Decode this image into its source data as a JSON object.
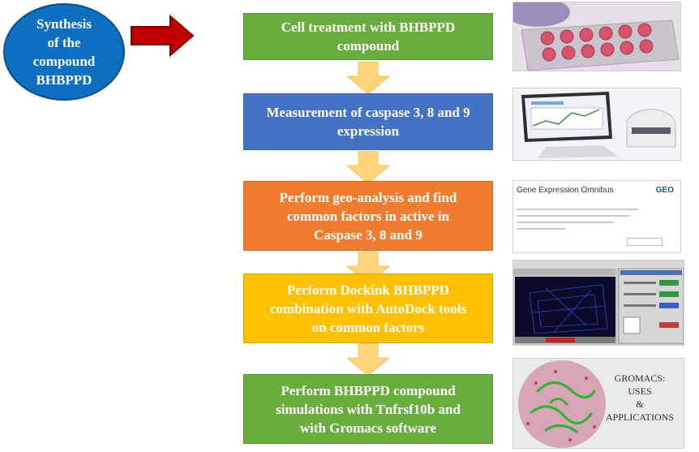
{
  "start_node": {
    "text": "Synthesis\nof the\ncompound\nBHBPPD"
  },
  "steps": [
    {
      "text": "Cell treatment with BHBPPD\ncompound"
    },
    {
      "text": "Measurement of caspase 3, 8 and 9\nexpression"
    },
    {
      "text": "Perform geo-analysis and find\ncommon factors in active in\nCaspase 3, 8 and 9"
    },
    {
      "text": "Perform Dockink BHBPPD\ncombination with AutoDock tools\non common factors"
    },
    {
      "text": "Perform BHBPPD compound\nsimulations with Tnfrsf10b  and\nwith Gromacs software"
    }
  ],
  "thumbnails": {
    "geo_title": "Gene Expression Omnibus",
    "geo_logo": "GEO",
    "gromacs_text": "GROMACS:\nUSES\n&\nAPPLICATIONS"
  },
  "colors": {
    "start_node": "#0e6fc1",
    "step1": "#6aad3f",
    "step2": "#4472c4",
    "step3": "#f07c2f",
    "step4": "#ffc000",
    "step5": "#6aad3f",
    "right_arrow": "#c00000",
    "down_arrow": "#ffd47a"
  }
}
